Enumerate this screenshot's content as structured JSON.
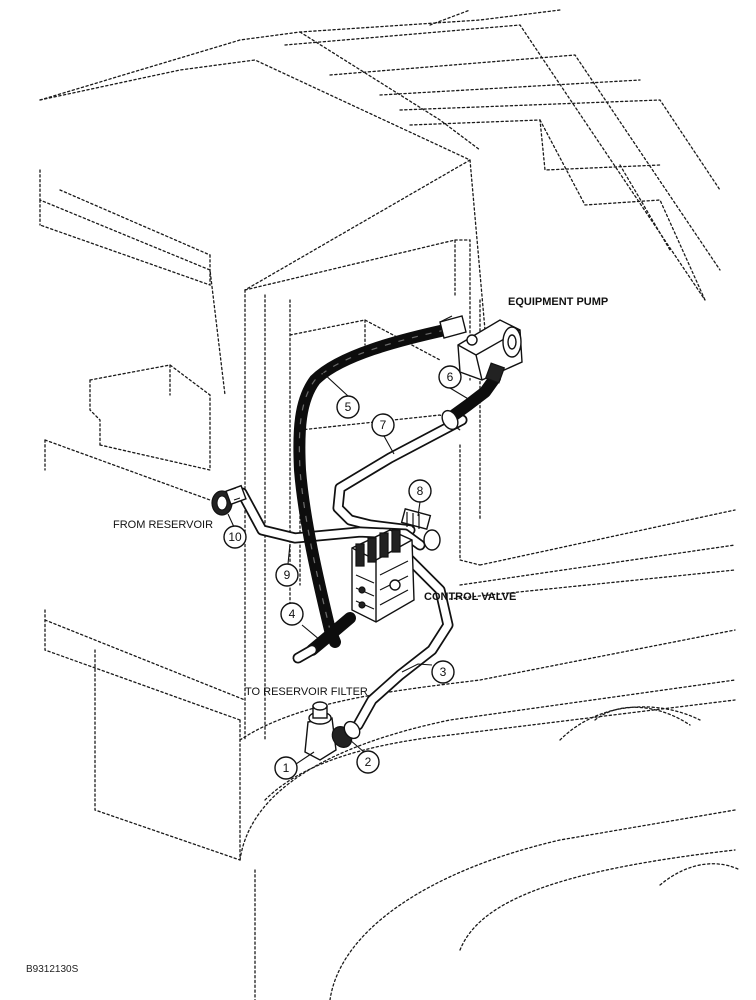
{
  "labels": {
    "equipment_pump": "EQUIPMENT PUMP",
    "control_valve": "CONTROL VALVE",
    "from_reservoir": "FROM RESERVOIR",
    "to_reservoir_filter": "TO RESERVOIR FILTER"
  },
  "callouts": [
    "1",
    "2",
    "3",
    "4",
    "5",
    "6",
    "7",
    "8",
    "9",
    "10"
  ],
  "figure_id": "B9312130S"
}
